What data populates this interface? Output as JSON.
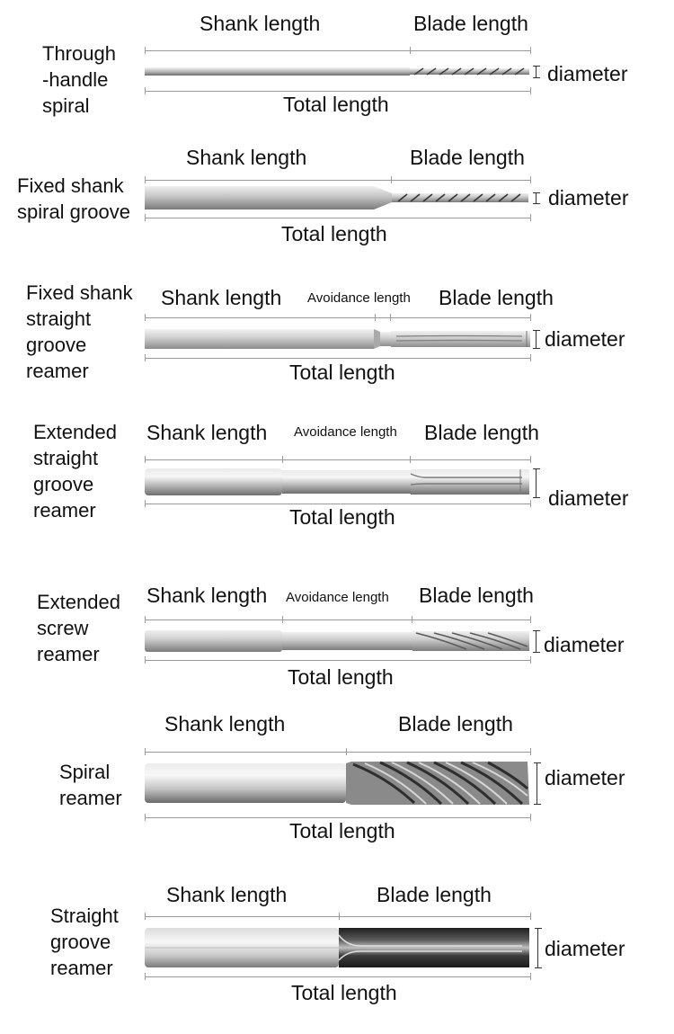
{
  "labels": {
    "shank": "Shank length",
    "blade": "Blade length",
    "total": "Total length",
    "diameter": "diameter",
    "avoidance": "Avoidance length"
  },
  "tools": [
    {
      "name": "Through\n-handle\nspiral"
    },
    {
      "name": "Fixed shank\nspiral groove"
    },
    {
      "name": "Fixed shank\nstraight\ngroove\nreamer"
    },
    {
      "name": "Extended\nstraight\ngroove\nreamer"
    },
    {
      "name": "Extended\nscrew\nreamer"
    },
    {
      "name": "Spiral\nreamer"
    },
    {
      "name": "Straight\ngroove\nreamer"
    }
  ],
  "colors": {
    "steel_light": "#e6e6e6",
    "steel_mid": "#a9a9a9",
    "steel_dark": "#6e6e6e",
    "carbide_dark": "#2c2c2c",
    "line": "#9a9a9a"
  }
}
